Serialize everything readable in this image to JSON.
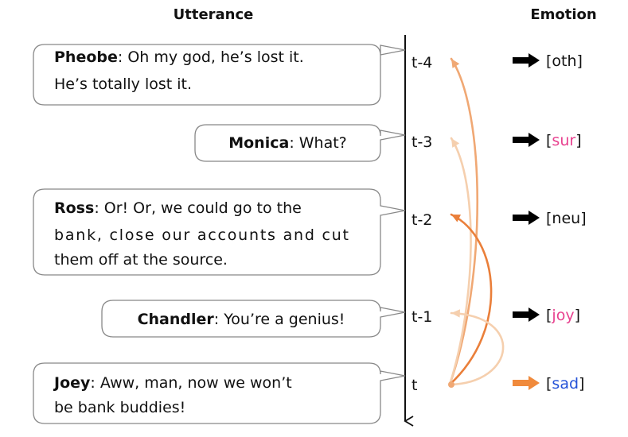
{
  "headers": {
    "utterance": "Utterance",
    "emotion": "Emotion"
  },
  "colors": {
    "arrow_light": "#f5cfae",
    "arrow_mid": "#f0a874",
    "arrow_strong": "#ea7f3a",
    "emotion_pink": "#e8418f",
    "emotion_blue": "#2452d8",
    "text": "#111111"
  },
  "icons": {
    "emotion_marker": "right-arrow-icon"
  },
  "turns": [
    {
      "time": "t-4",
      "speaker": "Pheobe",
      "lines": [
        [
          {
            "text": "Pheobe",
            "bold": true
          },
          {
            "text": ": Oh my god, he’s lost it."
          }
        ],
        [
          {
            "text": "He’s totally lost it."
          }
        ]
      ],
      "emotion": {
        "open": "[",
        "label": "oth",
        "close": "]",
        "label_color": "#111111",
        "marker_color": "#000000"
      }
    },
    {
      "time": "t-3",
      "speaker": "Monica",
      "lines": [
        [
          {
            "text": "Monica",
            "bold": true
          },
          {
            "text": ": What?"
          }
        ]
      ],
      "emotion": {
        "open": "[",
        "label": "sur",
        "close": "]",
        "label_color": "#e8418f",
        "marker_color": "#000000"
      }
    },
    {
      "time": "t-2",
      "speaker": "Ross",
      "lines": [
        [
          {
            "text": "Ross",
            "bold": true
          },
          {
            "text": ": Or! Or, we could go to the"
          }
        ],
        [
          {
            "text": "bank, close our accounts and cut"
          }
        ],
        [
          {
            "text": "them off at the source."
          }
        ]
      ],
      "emotion": {
        "open": "[",
        "label": "neu",
        "close": "]",
        "label_color": "#111111",
        "marker_color": "#000000"
      }
    },
    {
      "time": "t-1",
      "speaker": "Chandler",
      "lines": [
        [
          {
            "text": "Chandler",
            "bold": true
          },
          {
            "text": ": You’re a genius!"
          }
        ]
      ],
      "emotion": {
        "open": "[",
        "label": "joy",
        "close": "]",
        "label_color": "#e8418f",
        "marker_color": "#000000"
      }
    },
    {
      "time": "t",
      "speaker": "Joey",
      "lines": [
        [
          {
            "text": "Joey",
            "bold": true
          },
          {
            "text": ": Aww, man, now we won’t"
          }
        ],
        [
          {
            "text": "be bank buddies!"
          }
        ]
      ],
      "emotion": {
        "open": "[",
        "label": "sad",
        "close": "]",
        "label_color": "#2452d8",
        "marker_color": "#f08a3c"
      }
    }
  ],
  "dependencies": [
    {
      "from": "t",
      "to": "t-4",
      "color": "#f0a874"
    },
    {
      "from": "t",
      "to": "t-3",
      "color": "#f5cfae"
    },
    {
      "from": "t",
      "to": "t-2",
      "color": "#ea7f3a"
    },
    {
      "from": "t",
      "to": "t-1",
      "color": "#f5cfae"
    }
  ]
}
